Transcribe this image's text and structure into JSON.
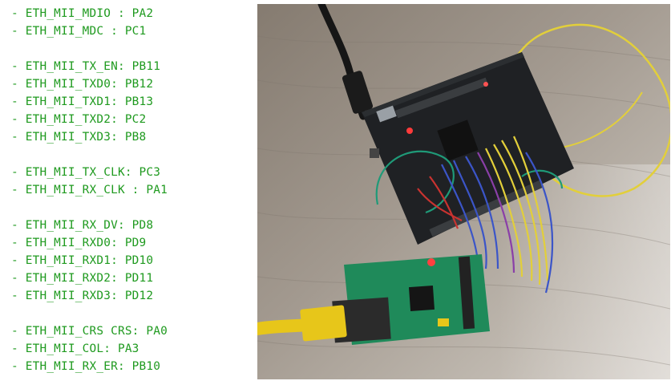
{
  "pin_groups": [
    {
      "lines": [
        "- ETH_MII_MDIO : PA2",
        "- ETH_MII_MDC : PC1"
      ]
    },
    {
      "lines": [
        "- ETH_MII_TX_EN: PB11",
        "- ETH_MII_TXD0: PB12",
        "- ETH_MII_TXD1: PB13",
        "- ETH_MII_TXD2: PC2",
        "- ETH_MII_TXD3: PB8"
      ]
    },
    {
      "lines": [
        "- ETH_MII_TX_CLK: PC3",
        "- ETH_MII_RX_CLK : PA1"
      ]
    },
    {
      "lines": [
        "- ETH_MII_RX_DV: PD8",
        "- ETH_MII_RXD0: PD9",
        "- ETH_MII_RXD1: PD10",
        "- ETH_MII_RXD2: PD11",
        "- ETH_MII_RXD3: PD12"
      ]
    },
    {
      "lines": [
        "- ETH_MII_CRS CRS: PA0",
        "- ETH_MII_COL: PA3",
        "- ETH_MII_RX_ER: PB10"
      ]
    }
  ],
  "colors": {
    "pin_text": "#1f9a1f",
    "board_main": "#1f2124",
    "board_phy": "#1f8a5a",
    "rj45_plug": "#e7c61a",
    "wire_yellow": "#e2cf3a",
    "wire_blue": "#3b55c8",
    "wire_green": "#1f9a78",
    "wire_red": "#c93330",
    "wire_purple": "#8a3fa8"
  }
}
